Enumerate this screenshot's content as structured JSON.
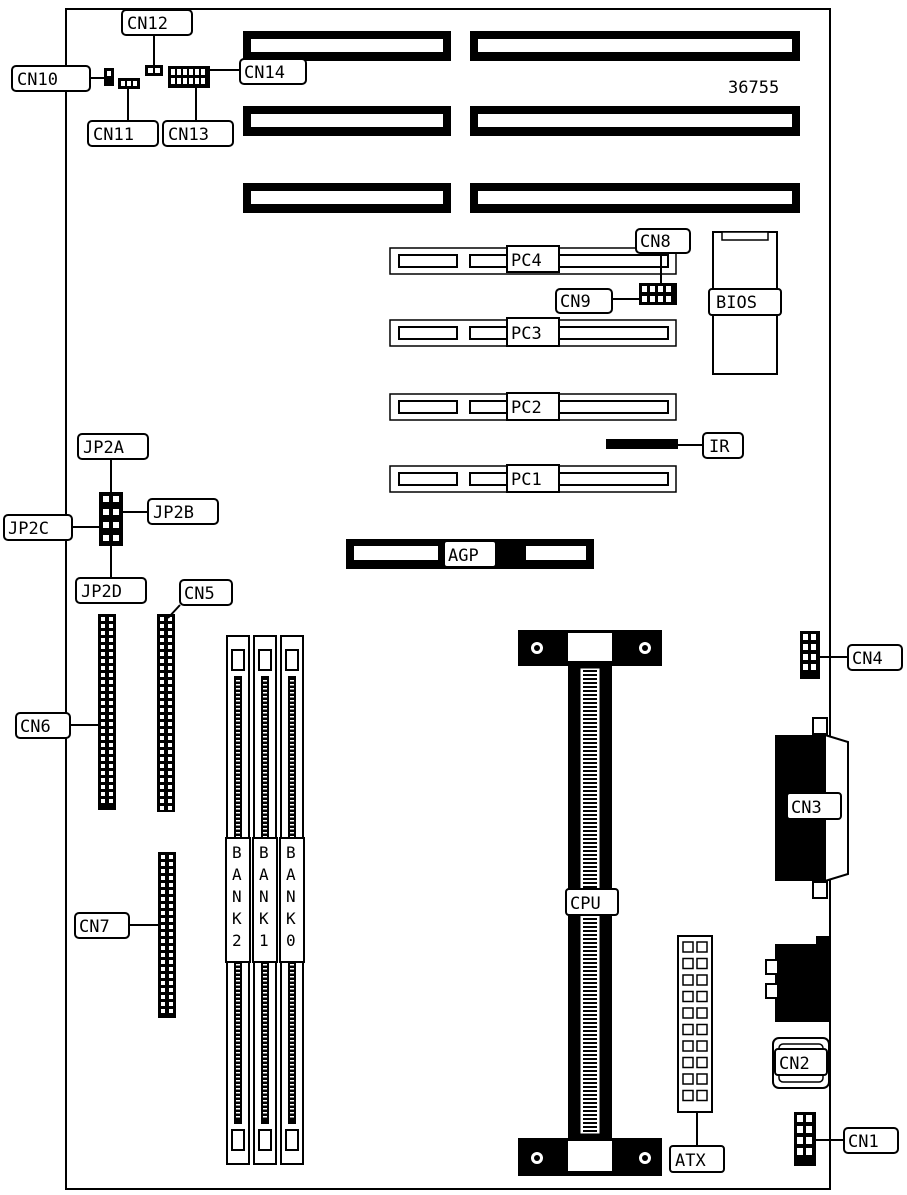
{
  "diagram": {
    "part_number": "36755",
    "labels": {
      "cn1": "CN1",
      "cn2": "CN2",
      "cn3": "CN3",
      "cn4": "CN4",
      "cn5": "CN5",
      "cn6": "CN6",
      "cn7": "CN7",
      "cn8": "CN8",
      "cn9": "CN9",
      "cn10": "CN10",
      "cn11": "CN11",
      "cn12": "CN12",
      "cn13": "CN13",
      "cn14": "CN14",
      "jp2a": "JP2A",
      "jp2b": "JP2B",
      "jp2c": "JP2C",
      "jp2d": "JP2D",
      "pc1": "PC1",
      "pc2": "PC2",
      "pc3": "PC3",
      "pc4": "PC4",
      "agp": "AGP",
      "bios": "BIOS",
      "ir": "IR",
      "cpu": "CPU",
      "atx": "ATX"
    },
    "banks": [
      {
        "label": "BANK2",
        "letters": [
          "B",
          "A",
          "N",
          "K",
          "2"
        ]
      },
      {
        "label": "BANK1",
        "letters": [
          "B",
          "A",
          "N",
          "K",
          "1"
        ]
      },
      {
        "label": "BANK0",
        "letters": [
          "B",
          "A",
          "N",
          "K",
          "0"
        ]
      }
    ]
  }
}
